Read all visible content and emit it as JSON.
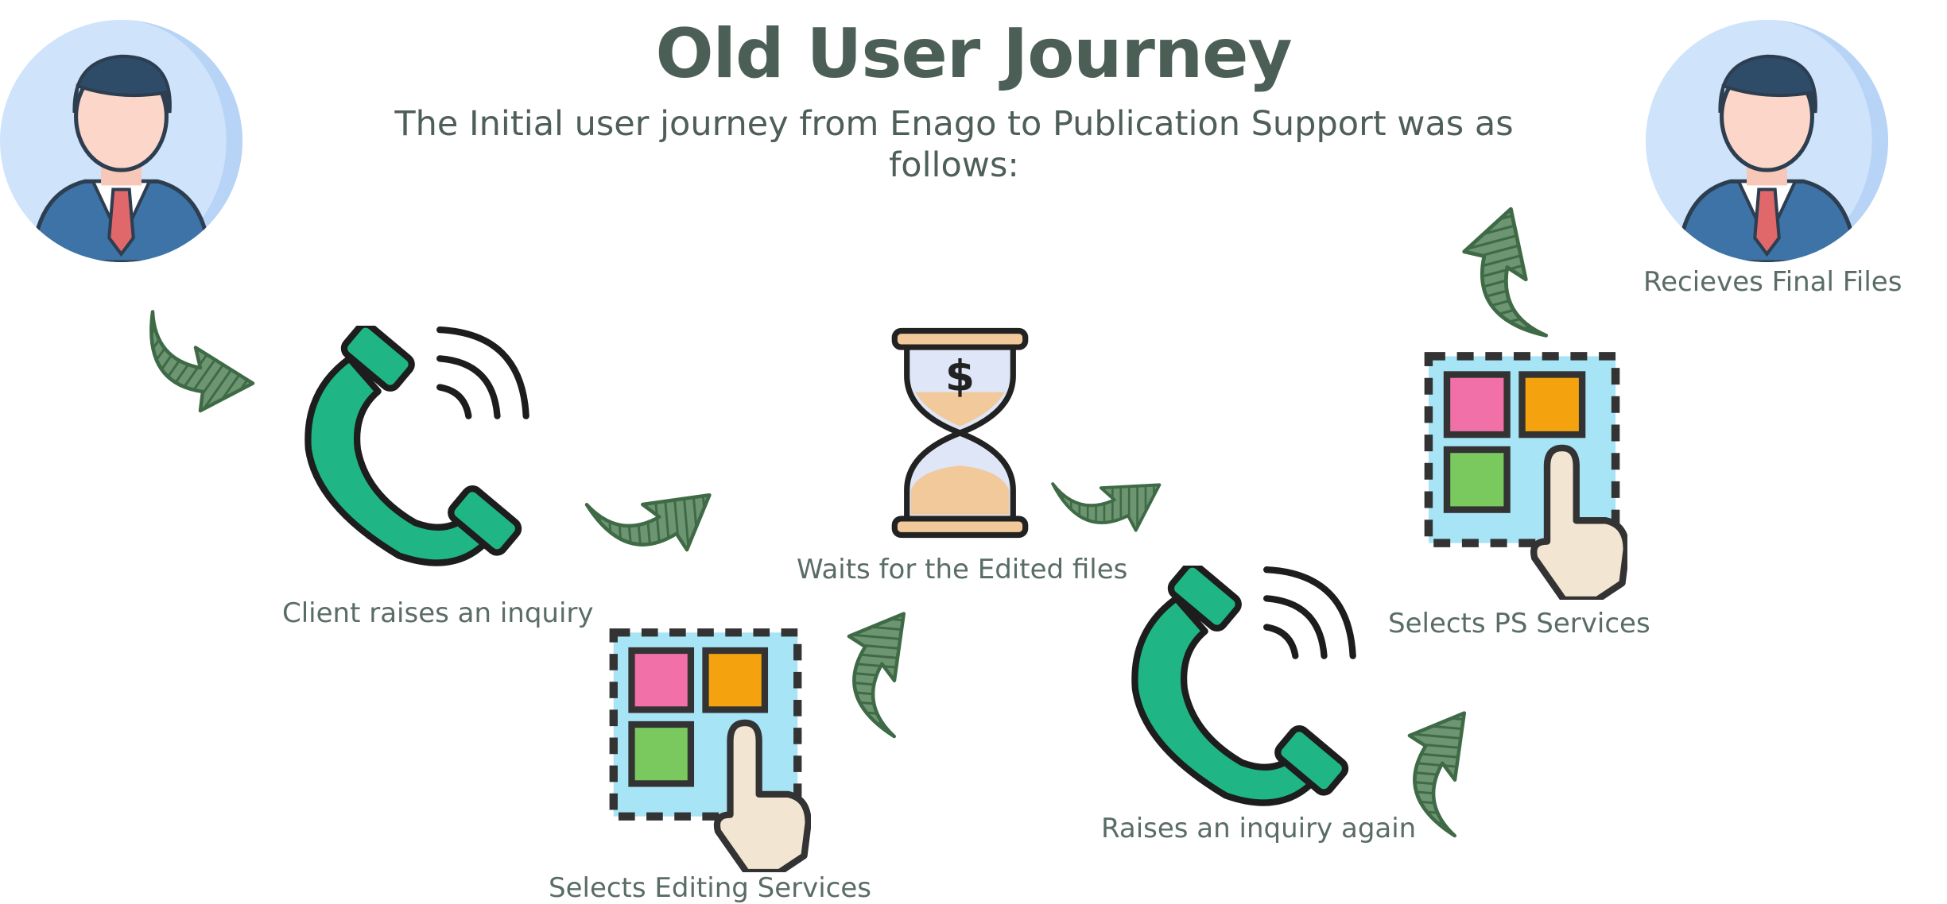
{
  "header": {
    "title": "Old User Journey",
    "subtitle": "The Initial user journey from Enago to Publication Support was as follows:"
  },
  "steps": [
    {
      "label": "Client raises an inquiry",
      "icon": "phone-icon"
    },
    {
      "label": "Selects Editing Services",
      "icon": "service-grid-icon"
    },
    {
      "label": "Waits for the Edited files",
      "icon": "hourglass-dollar-icon"
    },
    {
      "label": "Raises an inquiry again",
      "icon": "phone-icon"
    },
    {
      "label": "Selects PS Services",
      "icon": "service-grid-icon"
    },
    {
      "label": "Recieves Final Files",
      "icon": "user-avatar-icon"
    }
  ],
  "colors": {
    "phone": "#1fb584",
    "arrow": "#4f7a55",
    "text": "#5a6c66",
    "title": "#4c5f57"
  }
}
